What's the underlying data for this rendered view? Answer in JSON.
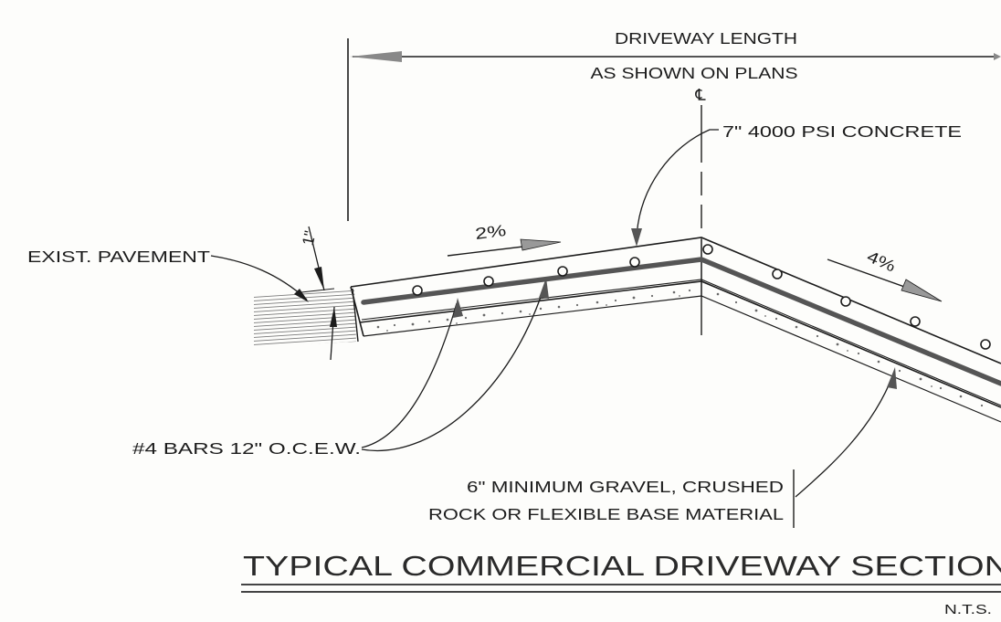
{
  "labels": {
    "driveway_length": "DRIVEWAY LENGTH",
    "as_shown_on_plans": "AS SHOWN ON PLANS",
    "centerline_symbol": "℄",
    "concrete": "7\" 4000 PSI CONCRETE",
    "existing_pavement": "EXIST. PAVEMENT",
    "pavement_gap": "1\"",
    "slope_left": "2%",
    "slope_right": "4%",
    "rebar": "#4 BARS 12\" O.C.E.W.",
    "gravel_line1": "6\" MINIMUM GRAVEL, CRUSHED",
    "gravel_line2": "ROCK OR FLEXIBLE BASE MATERIAL"
  },
  "title": {
    "text": "TYPICAL COMMERCIAL DRIVEWAY SECTION",
    "scale": "N.T.S."
  },
  "colors": {
    "ink": "#1c1c1c",
    "rebar": "#555555",
    "hatch": "#7a7a7a",
    "paper": "#fdfdfb"
  }
}
